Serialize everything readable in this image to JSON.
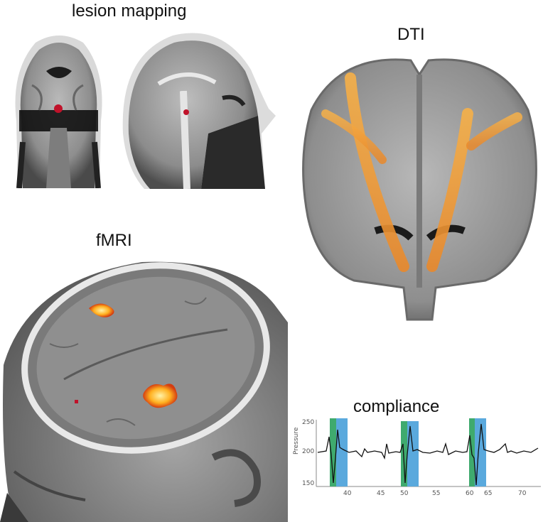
{
  "panels": {
    "lesion": {
      "title": "lesion mapping"
    },
    "dti": {
      "title": "DTI"
    },
    "fmri": {
      "title": "fMRI"
    },
    "compliance": {
      "title": "compliance",
      "ylabel": "Pressure",
      "y_ticks": [
        "250",
        "200",
        "150"
      ],
      "x_ticks": [
        "40",
        "45",
        "50",
        "55",
        "60",
        "65",
        "70"
      ]
    }
  },
  "colors": {
    "background": "#ffffff",
    "lesion_mark": "#c0122a",
    "tract": "#f4a23a",
    "activation": "#ffb020",
    "shade_green": "#3faa6e",
    "shade_blue": "#5aa9dd"
  },
  "icons": [
    "brain-coronal-slice",
    "brain-sagittal-slice",
    "brain-axial-dti",
    "head-3d-render",
    "pressure-trace"
  ]
}
